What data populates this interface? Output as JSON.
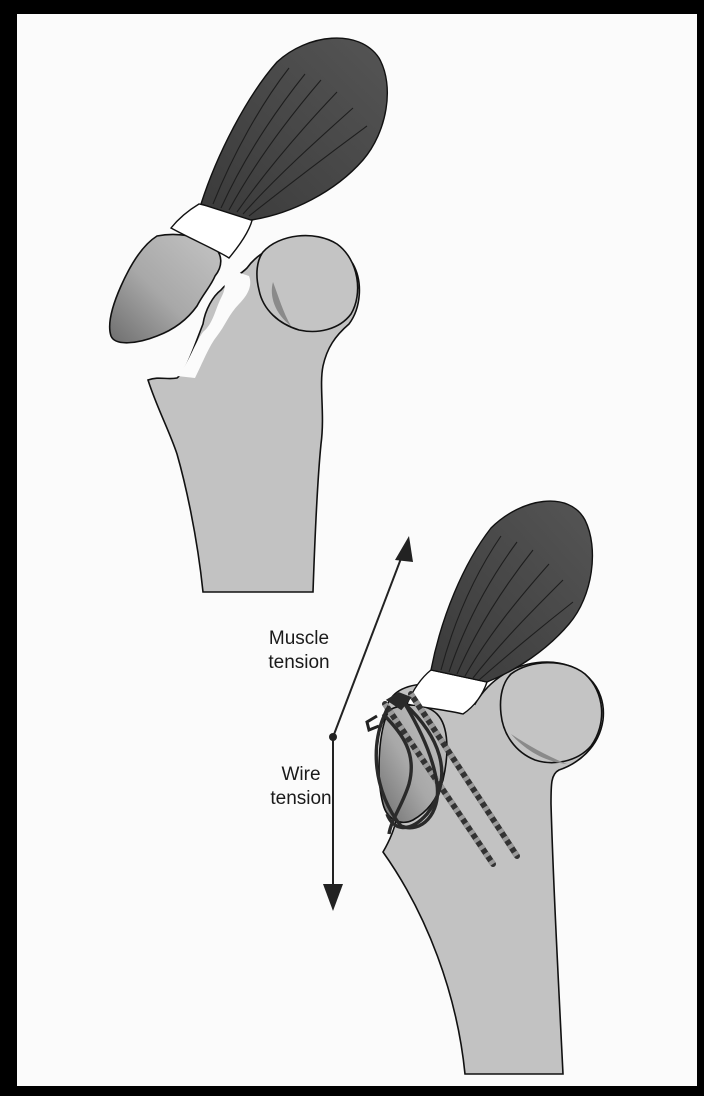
{
  "labels": {
    "muscle_line1": "Muscle",
    "muscle_line2": "tension",
    "wire_line1": "Wire",
    "wire_line2": "tension"
  },
  "colors": {
    "frame": "#000000",
    "background": "#fbfbfb",
    "bone": "#c2c2c2",
    "bone_dark": "#8a8a8a",
    "muscle": "#4a4a4a",
    "tendon": "#ffffff",
    "outline": "#111111"
  }
}
